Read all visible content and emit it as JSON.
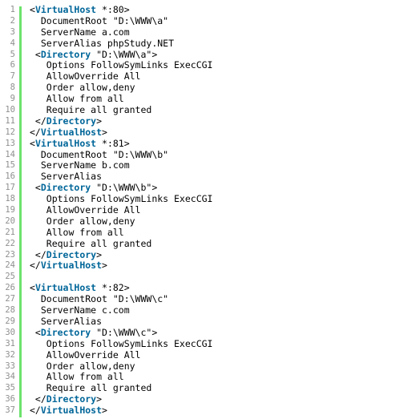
{
  "colors": {
    "gutter_bar": "#6ce26c",
    "line_number": "#8f8f8f",
    "tag": "#006699",
    "text": "#000000"
  },
  "lines": [
    {
      "n": "1",
      "parts": [
        {
          "t": "<",
          "k": "p"
        },
        {
          "t": "VirtualHost",
          "k": "tag"
        },
        {
          "t": " *:80>",
          "k": "p"
        }
      ]
    },
    {
      "n": "2",
      "parts": [
        {
          "t": "  DocumentRoot \"D:\\WWW\\a\"",
          "k": "p"
        }
      ]
    },
    {
      "n": "3",
      "parts": [
        {
          "t": "  ServerName a.com",
          "k": "p"
        }
      ]
    },
    {
      "n": "4",
      "parts": [
        {
          "t": "  ServerAlias phpStudy.NET",
          "k": "p"
        }
      ]
    },
    {
      "n": "5",
      "parts": [
        {
          "t": " <",
          "k": "p"
        },
        {
          "t": "Directory",
          "k": "tag"
        },
        {
          "t": " \"D:\\WWW\\a\">",
          "k": "p"
        }
      ]
    },
    {
      "n": "6",
      "parts": [
        {
          "t": "   Options FollowSymLinks ExecCGI",
          "k": "p"
        }
      ]
    },
    {
      "n": "7",
      "parts": [
        {
          "t": "   AllowOverride All",
          "k": "p"
        }
      ]
    },
    {
      "n": "8",
      "parts": [
        {
          "t": "   Order allow,deny",
          "k": "p"
        }
      ]
    },
    {
      "n": "9",
      "parts": [
        {
          "t": "   Allow from all",
          "k": "p"
        }
      ]
    },
    {
      "n": "10",
      "parts": [
        {
          "t": "   Require all granted",
          "k": "p"
        }
      ]
    },
    {
      "n": "11",
      "parts": [
        {
          "t": " </",
          "k": "p"
        },
        {
          "t": "Directory",
          "k": "tag"
        },
        {
          "t": ">",
          "k": "p"
        }
      ]
    },
    {
      "n": "12",
      "parts": [
        {
          "t": "</",
          "k": "p"
        },
        {
          "t": "VirtualHost",
          "k": "tag"
        },
        {
          "t": ">",
          "k": "p"
        }
      ]
    },
    {
      "n": "13",
      "parts": [
        {
          "t": "<",
          "k": "p"
        },
        {
          "t": "VirtualHost",
          "k": "tag"
        },
        {
          "t": " *:81>",
          "k": "p"
        }
      ]
    },
    {
      "n": "14",
      "parts": [
        {
          "t": "  DocumentRoot \"D:\\WWW\\b\"",
          "k": "p"
        }
      ]
    },
    {
      "n": "15",
      "parts": [
        {
          "t": "  ServerName b.com",
          "k": "p"
        }
      ]
    },
    {
      "n": "16",
      "parts": [
        {
          "t": "  ServerAlias",
          "k": "p"
        }
      ]
    },
    {
      "n": "17",
      "parts": [
        {
          "t": " <",
          "k": "p"
        },
        {
          "t": "Directory",
          "k": "tag"
        },
        {
          "t": " \"D:\\WWW\\b\">",
          "k": "p"
        }
      ]
    },
    {
      "n": "18",
      "parts": [
        {
          "t": "   Options FollowSymLinks ExecCGI",
          "k": "p"
        }
      ]
    },
    {
      "n": "19",
      "parts": [
        {
          "t": "   AllowOverride All",
          "k": "p"
        }
      ]
    },
    {
      "n": "20",
      "parts": [
        {
          "t": "   Order allow,deny",
          "k": "p"
        }
      ]
    },
    {
      "n": "21",
      "parts": [
        {
          "t": "   Allow from all",
          "k": "p"
        }
      ]
    },
    {
      "n": "22",
      "parts": [
        {
          "t": "   Require all granted",
          "k": "p"
        }
      ]
    },
    {
      "n": "23",
      "parts": [
        {
          "t": " </",
          "k": "p"
        },
        {
          "t": "Directory",
          "k": "tag"
        },
        {
          "t": ">",
          "k": "p"
        }
      ]
    },
    {
      "n": "24",
      "parts": [
        {
          "t": "</",
          "k": "p"
        },
        {
          "t": "VirtualHost",
          "k": "tag"
        },
        {
          "t": ">",
          "k": "p"
        }
      ]
    },
    {
      "n": "25",
      "parts": [
        {
          "t": "",
          "k": "p"
        }
      ]
    },
    {
      "n": "26",
      "parts": [
        {
          "t": "<",
          "k": "p"
        },
        {
          "t": "VirtualHost",
          "k": "tag"
        },
        {
          "t": " *:82>",
          "k": "p"
        }
      ]
    },
    {
      "n": "27",
      "parts": [
        {
          "t": "  DocumentRoot \"D:\\WWW\\c\"",
          "k": "p"
        }
      ]
    },
    {
      "n": "28",
      "parts": [
        {
          "t": "  ServerName c.com",
          "k": "p"
        }
      ]
    },
    {
      "n": "29",
      "parts": [
        {
          "t": "  ServerAlias",
          "k": "p"
        }
      ]
    },
    {
      "n": "30",
      "parts": [
        {
          "t": " <",
          "k": "p"
        },
        {
          "t": "Directory",
          "k": "tag"
        },
        {
          "t": " \"D:\\WWW\\c\">",
          "k": "p"
        }
      ]
    },
    {
      "n": "31",
      "parts": [
        {
          "t": "   Options FollowSymLinks ExecCGI",
          "k": "p"
        }
      ]
    },
    {
      "n": "32",
      "parts": [
        {
          "t": "   AllowOverride All",
          "k": "p"
        }
      ]
    },
    {
      "n": "33",
      "parts": [
        {
          "t": "   Order allow,deny",
          "k": "p"
        }
      ]
    },
    {
      "n": "34",
      "parts": [
        {
          "t": "   Allow from all",
          "k": "p"
        }
      ]
    },
    {
      "n": "35",
      "parts": [
        {
          "t": "   Require all granted",
          "k": "p"
        }
      ]
    },
    {
      "n": "36",
      "parts": [
        {
          "t": " </",
          "k": "p"
        },
        {
          "t": "Directory",
          "k": "tag"
        },
        {
          "t": ">",
          "k": "p"
        }
      ]
    },
    {
      "n": "37",
      "parts": [
        {
          "t": "</",
          "k": "p"
        },
        {
          "t": "VirtualHost",
          "k": "tag"
        },
        {
          "t": ">",
          "k": "p"
        }
      ]
    }
  ]
}
